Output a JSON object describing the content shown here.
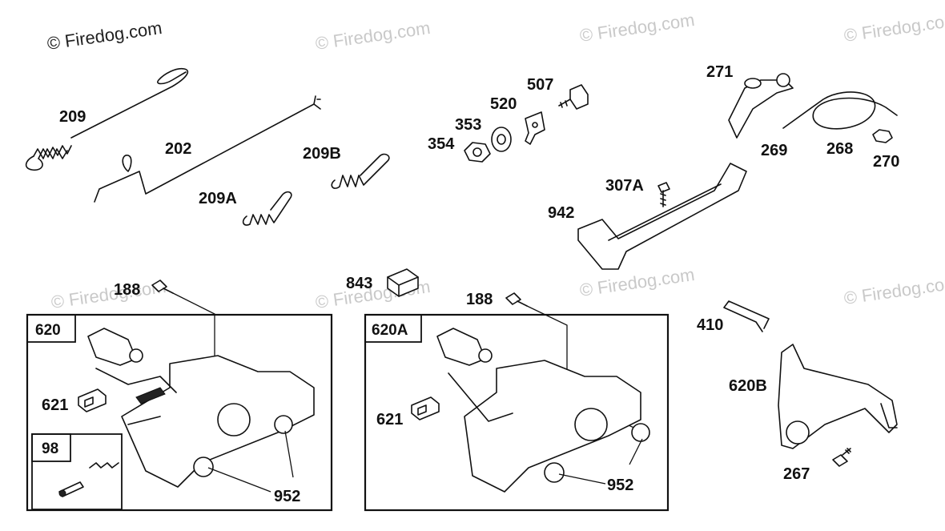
{
  "watermark": "© Firedog.com",
  "labels": {
    "p209": "209",
    "p202": "202",
    "p209A": "209A",
    "p209B": "209B",
    "p354": "354",
    "p353": "353",
    "p520": "520",
    "p507": "507",
    "p271": "271",
    "p269": "269",
    "p268": "268",
    "p270": "270",
    "p307A": "307A",
    "p942": "942",
    "p843": "843",
    "p188a": "188",
    "p188b": "188",
    "p620": "620",
    "p620A": "620A",
    "p620B": "620B",
    "p621a": "621",
    "p621b": "621",
    "p98": "98",
    "p952a": "952",
    "p952b": "952",
    "p410": "410",
    "p267": "267"
  }
}
